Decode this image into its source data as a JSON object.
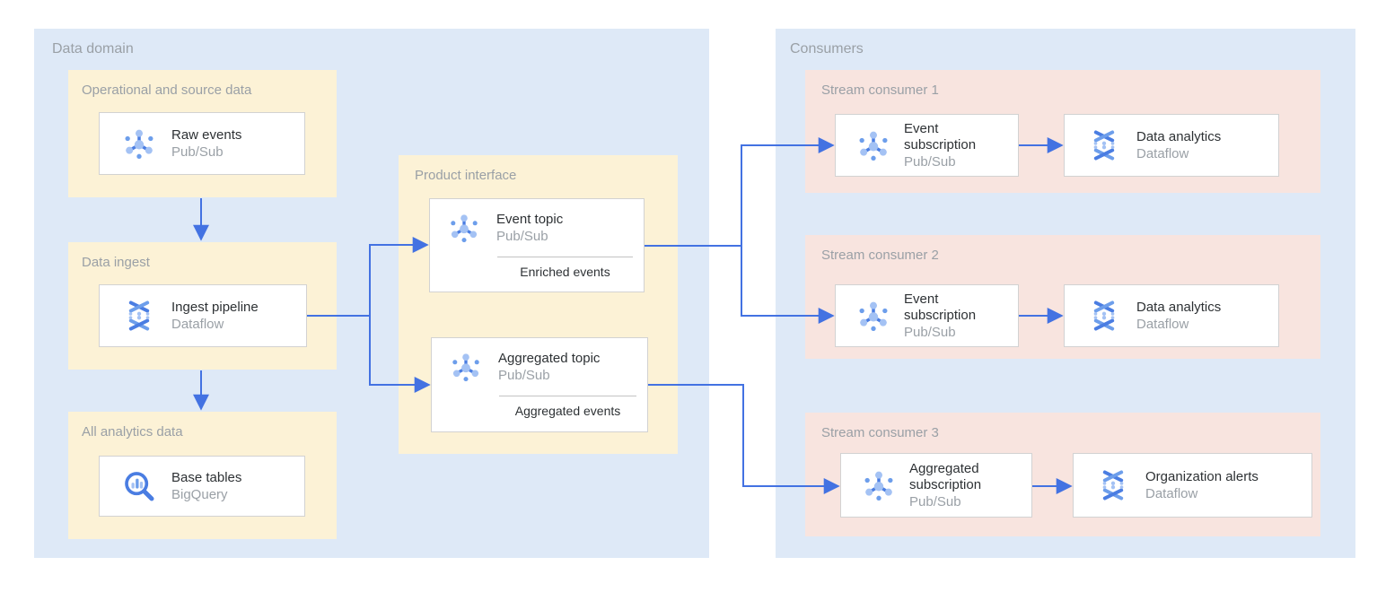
{
  "colors": {
    "region_bg": "#dee9f7",
    "producer_group_bg": "#fcf2d6",
    "consumer_group_bg": "#f8e4df",
    "card_bg": "#ffffff",
    "card_border": "#d2d2d2",
    "label_gray": "#9aa0a6",
    "title_dark": "#2d3134",
    "arrow_blue": "#4372e2",
    "icon_blue_dark": "#4a7de2",
    "icon_blue_medium": "#6d9eeb",
    "icon_blue_light": "#a4c2f4"
  },
  "data_domain": {
    "label": "Data domain",
    "operational": {
      "label": "Operational and source data",
      "card": {
        "title": "Raw events",
        "subtitle": "Pub/Sub",
        "icon": "pubsub-icon"
      }
    },
    "ingest": {
      "label": "Data ingest",
      "card": {
        "title": "Ingest pipeline",
        "subtitle": "Dataflow",
        "icon": "dataflow-icon"
      }
    },
    "analytics": {
      "label": "All analytics data",
      "card": {
        "title": "Base tables",
        "subtitle": "BigQuery",
        "icon": "bigquery-icon"
      }
    },
    "product_interface": {
      "label": "Product interface",
      "event_topic": {
        "title": "Event topic",
        "subtitle": "Pub/Sub",
        "note": "Enriched events",
        "icon": "pubsub-icon"
      },
      "aggregated_topic": {
        "title": "Aggregated topic",
        "subtitle": "Pub/Sub",
        "note": "Aggregated events",
        "icon": "pubsub-icon"
      }
    }
  },
  "consumers": {
    "label": "Consumers",
    "stream1": {
      "label": "Stream consumer 1",
      "source": {
        "title": "Event subscription",
        "subtitle": "Pub/Sub",
        "icon": "pubsub-icon"
      },
      "sink": {
        "title": "Data analytics",
        "subtitle": "Dataflow",
        "icon": "dataflow-icon"
      }
    },
    "stream2": {
      "label": "Stream consumer 2",
      "source": {
        "title": "Event subscription",
        "subtitle": "Pub/Sub",
        "icon": "pubsub-icon"
      },
      "sink": {
        "title": "Data analytics",
        "subtitle": "Dataflow",
        "icon": "dataflow-icon"
      }
    },
    "stream3": {
      "label": "Stream consumer 3",
      "source": {
        "title": "Aggregated subscription",
        "subtitle": "Pub/Sub",
        "icon": "pubsub-icon"
      },
      "sink": {
        "title": "Organization alerts",
        "subtitle": "Dataflow",
        "icon": "dataflow-icon"
      }
    }
  }
}
